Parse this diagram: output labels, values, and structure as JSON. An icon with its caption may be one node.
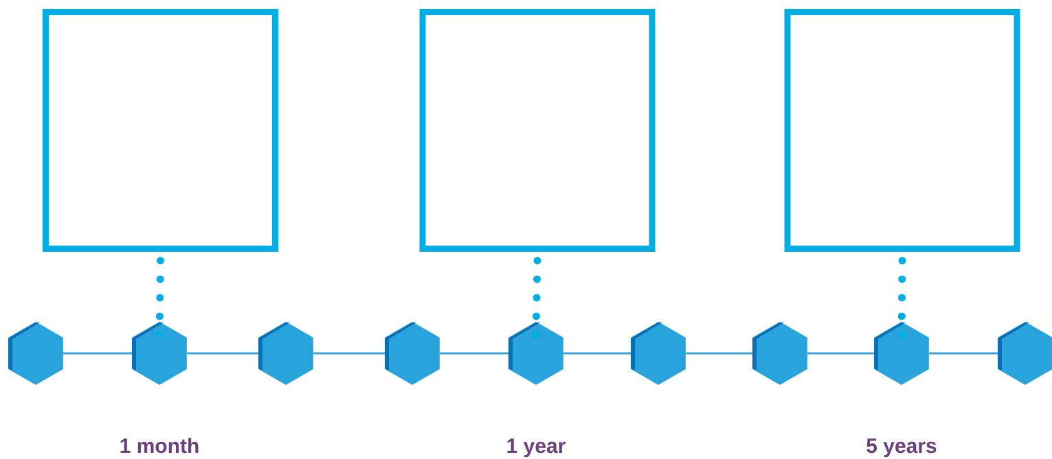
{
  "diagram": {
    "nodes": [
      {
        "text": [],
        "shape": "box"
      },
      {
        "text": [],
        "shape": "box"
      },
      {
        "text": [],
        "shape": "box"
      },
      {
        "text": [],
        "shape": "hexagon"
      },
      {
        "text": [],
        "shape": "hexagon",
        "beside": [
          "1 month"
        ]
      },
      {
        "text": [],
        "shape": "hexagon"
      },
      {
        "text": [],
        "shape": "hexagon"
      },
      {
        "text": [],
        "shape": "hexagon",
        "beside": [
          "1 year"
        ]
      },
      {
        "text": [],
        "shape": "hexagon"
      },
      {
        "text": [],
        "shape": "hexagon"
      },
      {
        "text": [],
        "shape": "hexagon",
        "beside": [
          "5 years"
        ]
      },
      {
        "text": [],
        "shape": "hexagon"
      }
    ],
    "edges": [
      {
        "from": 0,
        "to": 4,
        "arrow": "none",
        "style": "dashed"
      },
      {
        "from": 1,
        "to": 7,
        "arrow": "none",
        "style": "dashed"
      },
      {
        "from": 2,
        "to": 10,
        "arrow": "none",
        "style": "dashed"
      },
      {
        "from": 3,
        "to": 4,
        "arrow": "none"
      },
      {
        "from": 4,
        "to": 5,
        "arrow": "none"
      },
      {
        "from": 5,
        "to": 6,
        "arrow": "none"
      },
      {
        "from": 6,
        "to": 7,
        "arrow": "none"
      },
      {
        "from": 7,
        "to": 8,
        "arrow": "none"
      },
      {
        "from": 8,
        "to": 9,
        "arrow": "none"
      },
      {
        "from": 9,
        "to": 10,
        "arrow": "none"
      },
      {
        "from": 10,
        "to": 11,
        "arrow": "none"
      }
    ]
  }
}
